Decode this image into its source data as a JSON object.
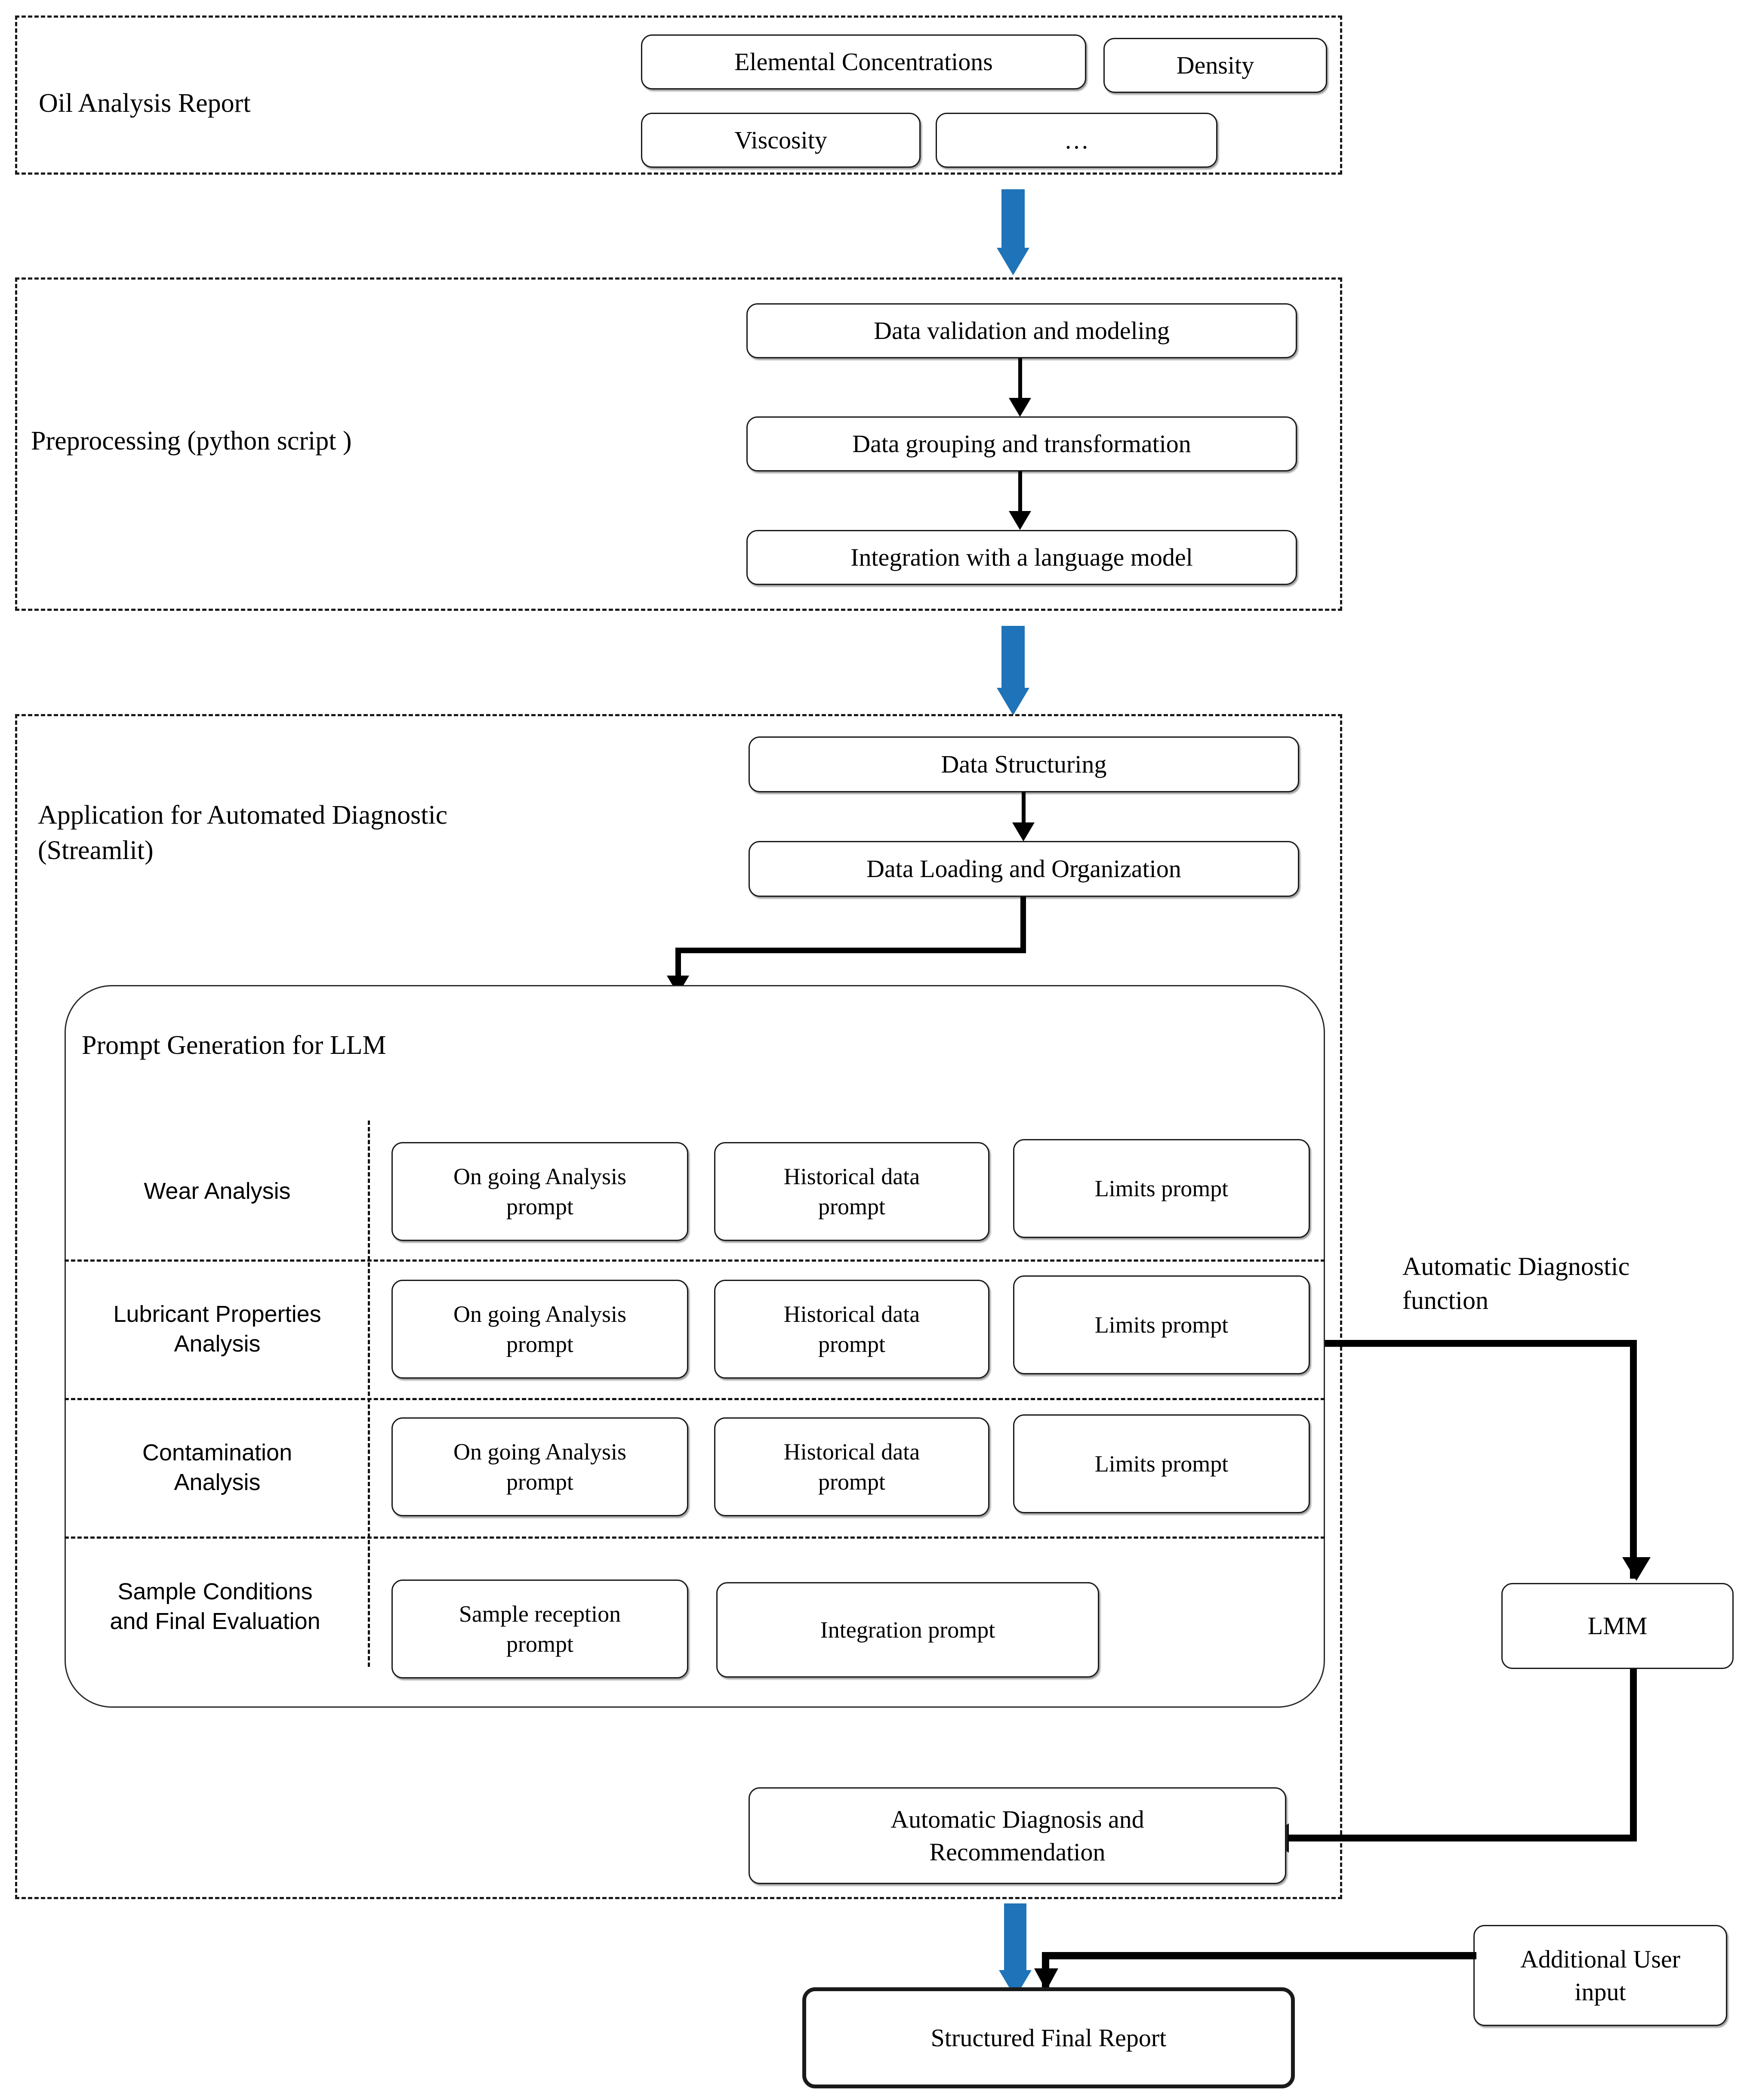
{
  "figure": {
    "title": "Oil analysis automated diagnostic pipeline",
    "accent_blue": "#1F73B8",
    "line_color": "#000000"
  },
  "sections": [
    {
      "id": "oil-analysis-report",
      "label": "Oil Analysis Report",
      "boxes": [
        {
          "id": "elemental-concentrations",
          "label": "Elemental  Concentrations"
        },
        {
          "id": "density",
          "label": "Density"
        },
        {
          "id": "viscosity",
          "label": "Viscosity"
        },
        {
          "id": "ellipsis",
          "label": "…"
        }
      ]
    },
    {
      "id": "preprocessing",
      "label": "Preprocessing (python script )",
      "boxes": [
        {
          "id": "data-validation-and-modeling",
          "label": "Data validation and modeling"
        },
        {
          "id": "data-grouping-and-transformation",
          "label": "Data grouping and transformation"
        },
        {
          "id": "integration-with-a-language-model",
          "label": "Integration with a  language  model"
        }
      ]
    },
    {
      "id": "application-for-automated-diagnostic",
      "label": "Application for Automated Diagnostic\n(Streamlit)",
      "boxes": [
        {
          "id": "data-structuring",
          "label": "Data Structuring"
        },
        {
          "id": "data-loading-and-organization",
          "label": "Data Loading and Organization"
        },
        {
          "id": "automatic-diagnosis-and-recommendation",
          "label": "Automatic Diagnosis  and\nRecommendation"
        }
      ]
    }
  ],
  "prompt_panel": {
    "title": "Prompt Generation for  LLM",
    "rows": [
      {
        "id": "wear-analysis",
        "label": "Wear Analysis",
        "prompts": [
          {
            "id": "on-going-analysis-prompt",
            "label": "On going Analysis\nprompt"
          },
          {
            "id": "historical-data-prompt",
            "label": "Historical data\nprompt"
          },
          {
            "id": "limits-prompt",
            "label": "Limits  prompt"
          }
        ]
      },
      {
        "id": "lubricant-properties-analysis",
        "label": "Lubricant Properties\nAnalysis",
        "prompts": [
          {
            "id": "on-going-analysis-prompt",
            "label": "On going Analysis\nprompt"
          },
          {
            "id": "historical-data-prompt",
            "label": "Historical data\nprompt"
          },
          {
            "id": "limits-prompt",
            "label": "Limits  prompt"
          }
        ]
      },
      {
        "id": "contamination-analysis",
        "label": "Contamination\nAnalysis",
        "prompts": [
          {
            "id": "on-going-analysis-prompt",
            "label": "On going Analysis\nprompt"
          },
          {
            "id": "historical-data-prompt",
            "label": "Historical data\nprompt"
          },
          {
            "id": "limits-prompt",
            "label": "Limits  prompt"
          }
        ]
      },
      {
        "id": "sample-conditions-and-final-evaluation",
        "label": "Sample Conditions\nand Final Evaluation",
        "prompts": [
          {
            "id": "sample-reception-prompt",
            "label": "Sample reception\nprompt"
          },
          {
            "id": "integration-prompt",
            "label": "Integration prompt"
          }
        ]
      }
    ]
  },
  "right_branch": {
    "edge_label": "Automatic Diagnostic\nfunction",
    "lmm_box": "LMM"
  },
  "bottom": {
    "additional_user_input": "Additional User\ninput",
    "structured_final_report": "Structured Final Report"
  }
}
